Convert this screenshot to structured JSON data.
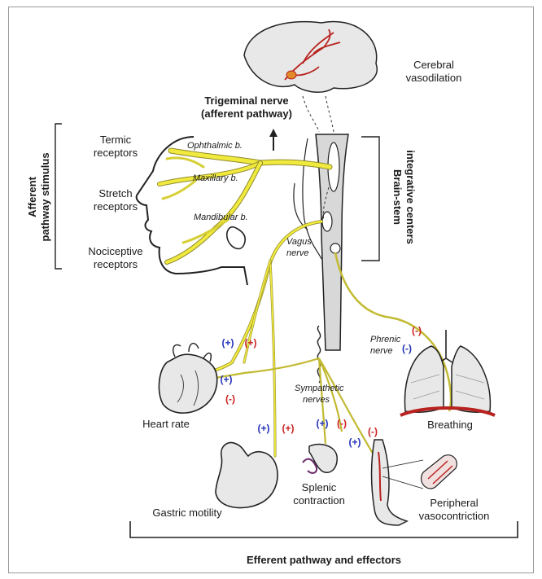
{
  "colors": {
    "nerve": "#f1ea3e",
    "nerve_edge": "#8f8a2a",
    "organ_fill": "#e8e8e8",
    "outline": "#222222",
    "plus": "#2433b8",
    "minus": "#cc2222",
    "artery": "#b8231f"
  },
  "headings": {
    "trigeminal": [
      "Trigeminal nerve",
      "(afferent pathway)"
    ],
    "afferent_stimulus": [
      "Afferent",
      "pathway stimulus"
    ],
    "brainstem": [
      "Brain-stem",
      "integrative centers"
    ],
    "efferent": "Efferent pathway and effectors"
  },
  "receptors": {
    "termic": [
      "Termic",
      "receptors"
    ],
    "stretch": [
      "Stretch",
      "receptors"
    ],
    "nociceptive": [
      "Nociceptive",
      "receptors"
    ]
  },
  "branches": {
    "ophthalmic": "Ophthalmic b.",
    "maxillary": "Maxillary b.",
    "mandibular": "Mandibular b.",
    "vagus": [
      "Vagus",
      "nerve"
    ],
    "phrenic": [
      "Phrenic",
      "nerve"
    ],
    "sympathetic": [
      "Sympathetic",
      "nerves"
    ]
  },
  "effectors": {
    "cerebral": [
      "Cerebral",
      "vasodilation"
    ],
    "heart": "Heart rate",
    "breathing": "Breathing",
    "gastric": "Gastric motility",
    "splenic": [
      "Splenic",
      "contraction"
    ],
    "peripheral": [
      "Peripheral",
      "vasocontriction"
    ]
  },
  "signs": {
    "plus": "(+)",
    "minus": "(-)"
  }
}
